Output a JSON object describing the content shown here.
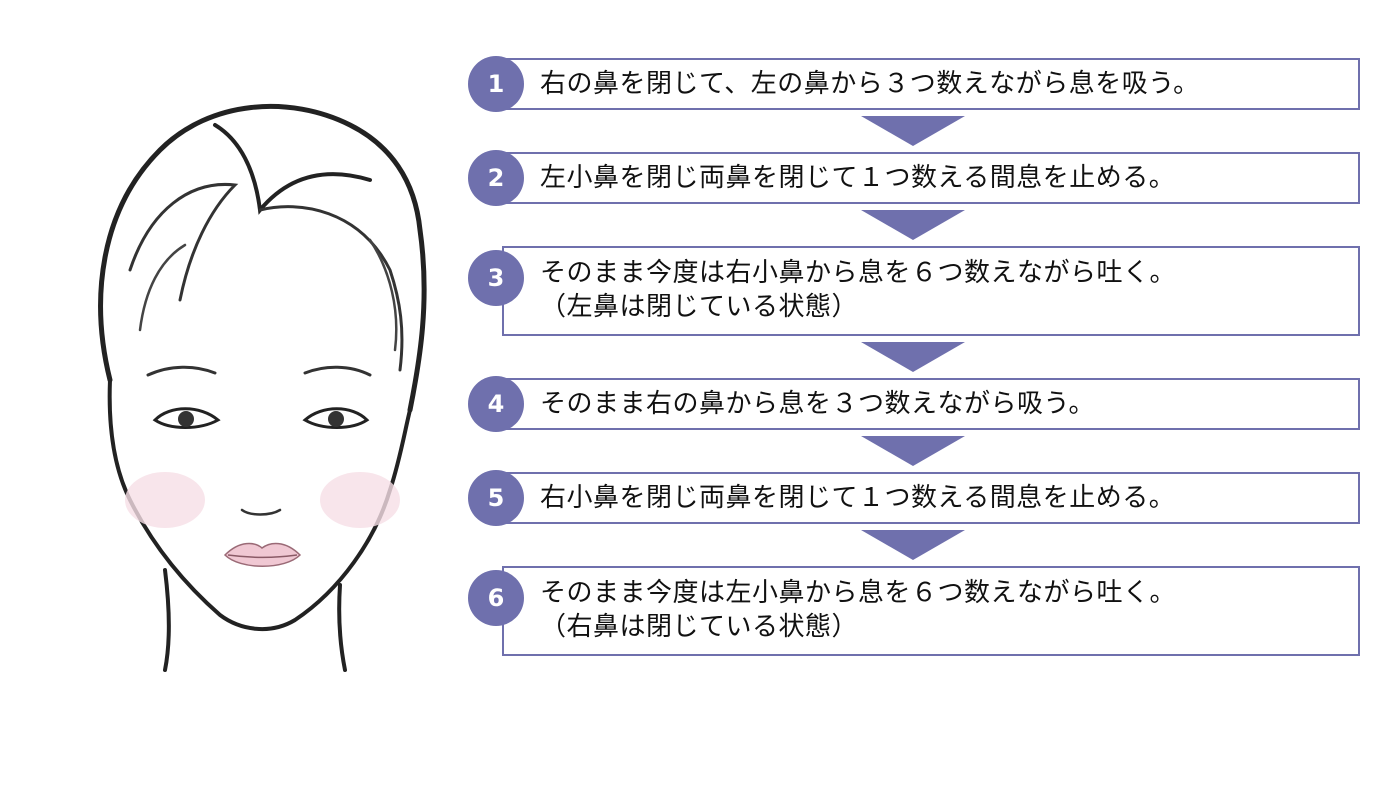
{
  "accent_color": "#6f70ad",
  "steps": [
    {
      "number": "1",
      "lines": [
        "右の鼻を閉じて、左の鼻から３つ数えながら息を吸う。"
      ]
    },
    {
      "number": "2",
      "lines": [
        "左小鼻を閉じ両鼻を閉じて１つ数える間息を止める。"
      ]
    },
    {
      "number": "3",
      "lines": [
        "そのまま今度は右小鼻から息を６つ数えながら吐く。",
        "（左鼻は閉じている状態）"
      ]
    },
    {
      "number": "4",
      "lines": [
        "そのまま右の鼻から息を３つ数えながら吸う。"
      ]
    },
    {
      "number": "5",
      "lines": [
        "右小鼻を閉じ両鼻を閉じて１つ数える間息を止める。"
      ]
    },
    {
      "number": "6",
      "lines": [
        "そのまま今度は左小鼻から息を６つ数えながら吐く。",
        "（右鼻は閉じている状態）"
      ]
    }
  ]
}
